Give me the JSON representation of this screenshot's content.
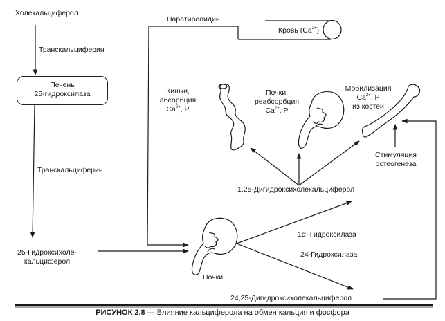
{
  "figure": {
    "caption_number": "РИСУНОК 2.8",
    "caption_text": " — Влияние кальциферола на обмен кальция и фосфора"
  },
  "nodes": {
    "cholecalciferol": "Холекальциферол",
    "transcalciferin_1": "Транскальциферин",
    "liver_line1": "Печень",
    "liver_line2": "25-гидроксилаза",
    "transcalciferin_2": "Транскальциферин",
    "hydroxy_line1": "25-Гидроксихоле-",
    "hydroxy_line2": "кальциферол",
    "parathyroidin": "Паратиреоидин",
    "blood_prefix": "Кровь (Ca",
    "blood_sup": "2+",
    "blood_suffix": ")",
    "intestine_line1": "Кишки,",
    "intestine_line2": "абсорбция",
    "intestine_line3_prefix": "Ca",
    "intestine_line3_sup": "2+",
    "intestine_line3_suffix": ", P",
    "kidney_reabs_line1": "Почки,",
    "kidney_reabs_line2": "реабсорбция",
    "kidney_reabs_line3_prefix": "Ca",
    "kidney_reabs_line3_sup": "2+",
    "kidney_reabs_line3_suffix": ", P",
    "mobilization_line1": "Мобилизация",
    "mobilization_line2_prefix": "Ca",
    "mobilization_line2_sup": "2+",
    "mobilization_line2_suffix": ", P",
    "mobilization_line3": "из костей",
    "osteo_line1": "Стимуляция",
    "osteo_line2": "остеогенеза",
    "dihydroxy_125": "1,25-Дигидроксихолекальциферол",
    "kidneys": "Почки",
    "enzyme_1a": "1α–Гидроксилаза",
    "enzyme_24": "24-Гидроксилаза",
    "dihydroxy_2425": "24,25-Дигидроксихолекальциферол"
  },
  "icons": {
    "intestine": "intestine-icon",
    "kidney": "kidney-icon",
    "bone": "bone-icon",
    "blood_vessel": "blood-vessel-icon"
  },
  "colors": {
    "ink": "#1a1a1a",
    "background": "#ffffff"
  }
}
